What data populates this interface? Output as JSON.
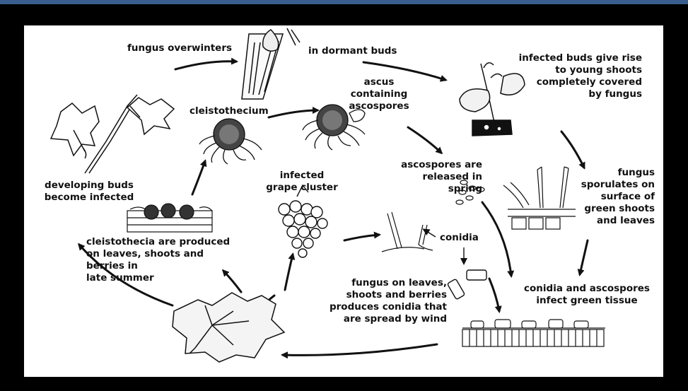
{
  "labels": {
    "overwinters": "fungus overwinters",
    "dormant_buds": "in dormant buds",
    "infected_buds": "infected buds give rise\nto young shoots\ncompletely covered\nby fungus",
    "ascus": "ascus\ncontaining\nascospores",
    "cleistothecium": "cleistothecium",
    "developing_buds": "developing buds\nbecome infected",
    "infected_cluster": "infected\ngrape cluster",
    "ascospores_released": "ascospores are\nreleased in\nspring",
    "sporulates": "fungus\nsporulates on\nsurface of\ngreen shoots\nand leaves",
    "conidia": "conidia",
    "cleistothecia_produced": "cleistothecia are produced\non leaves, shoots and\nberries in\n    late summer",
    "conidia_spread": "fungus on leaves,\nshoots and berries\nproduces conidia that\nare spread by wind",
    "infect_green": "conidia and ascospores\ninfect green tissue"
  },
  "colors": {
    "top_bar": "#3a5f8f",
    "frame": "#000000",
    "panel": "#ffffff",
    "ink": "#111111"
  }
}
